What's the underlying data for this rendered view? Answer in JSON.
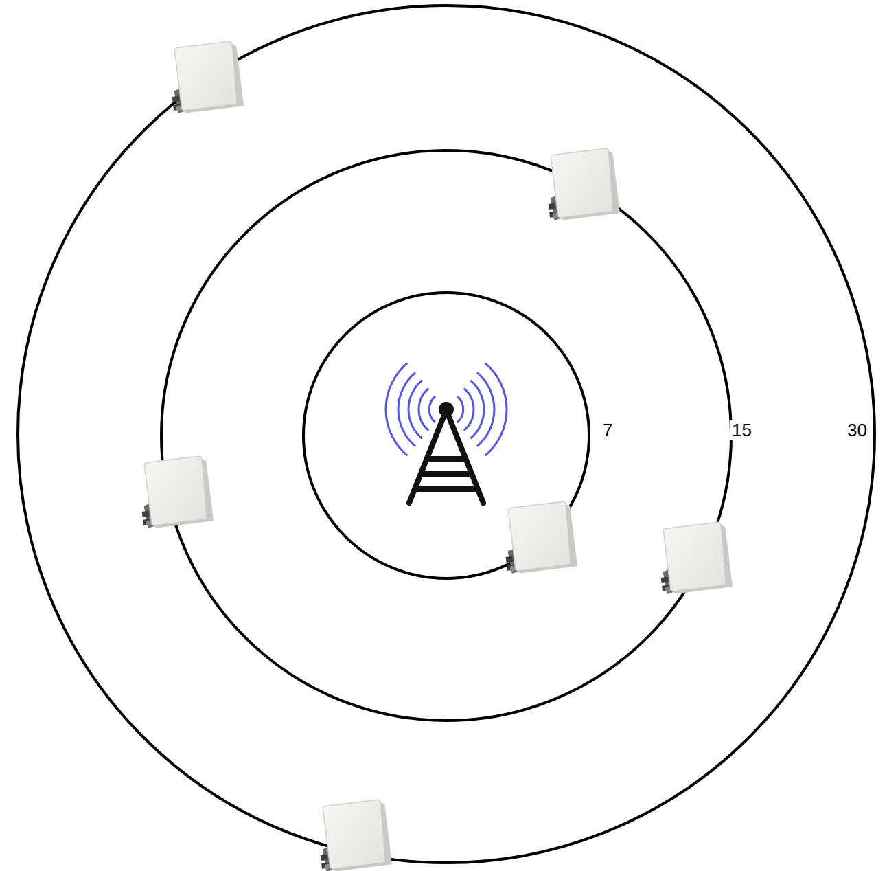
{
  "diagram": {
    "labels": [
      "7",
      "15",
      "30"
    ]
  }
}
